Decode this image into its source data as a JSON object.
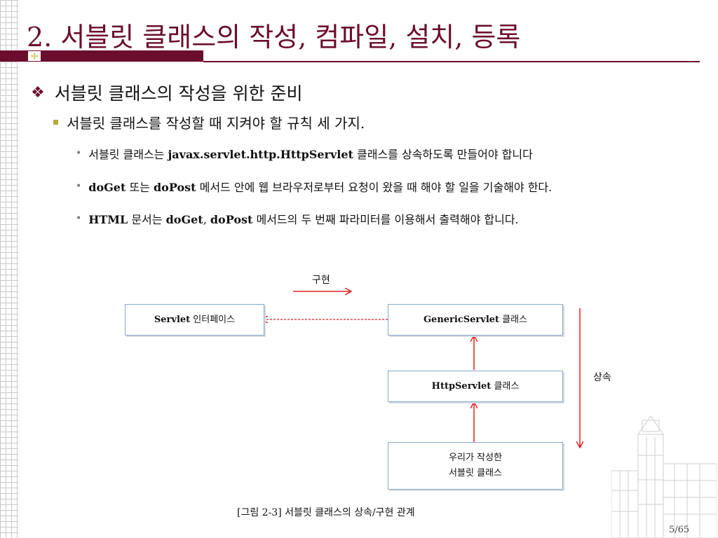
{
  "title": "2. 서블릿 클래스의 작성, 컴파일, 설치, 등록",
  "level1": "서블릿 클래스의 작성을 위한 준비",
  "level2": "서블릿 클래스를 작성할 때 지켜야 할 규칙 세 가지.",
  "rules": [
    {
      "t1": "서블릿 클래스는 ",
      "b1": "javax.servlet.http.HttpServlet",
      "t2": " 클래스를 상속하도록 만들어야 합니다"
    },
    {
      "b1": "doGet",
      "t1": " 또는 ",
      "b2": "doPost",
      "t2": " 메서드 안에 웹 브라우저로부터 요청이 왔을 때 해야 할 일을 기술해야 한다."
    },
    {
      "b1": "HTML",
      "t1": " 문서는 ",
      "b2": "doGet",
      "t2": ", ",
      "b3": "doPost",
      "t3": " 메서드의 두 번째 파라미터를 이용해서 출력해야 합니다."
    }
  ],
  "diagram": {
    "servlet_bold": "Servlet",
    "servlet_rest": " 인터페이스",
    "generic_bold": "GenericServlet",
    "generic_rest": " 클래스",
    "http_bold": "HttpServlet",
    "http_rest": " 클래스",
    "user_line1": "우리가 작성한",
    "user_line2": "서블릿 클래스",
    "implements_label": "구현",
    "inherit_label": "상속"
  },
  "caption": "[그림 2-3] 서블릿 클래스의 상속/구현 관계",
  "page_number": "5/65",
  "colors": {
    "accent": "#6b0e2e",
    "bullet": "#b6a83a",
    "arrow": "#e02020",
    "box_border": "#8aa7c7"
  }
}
